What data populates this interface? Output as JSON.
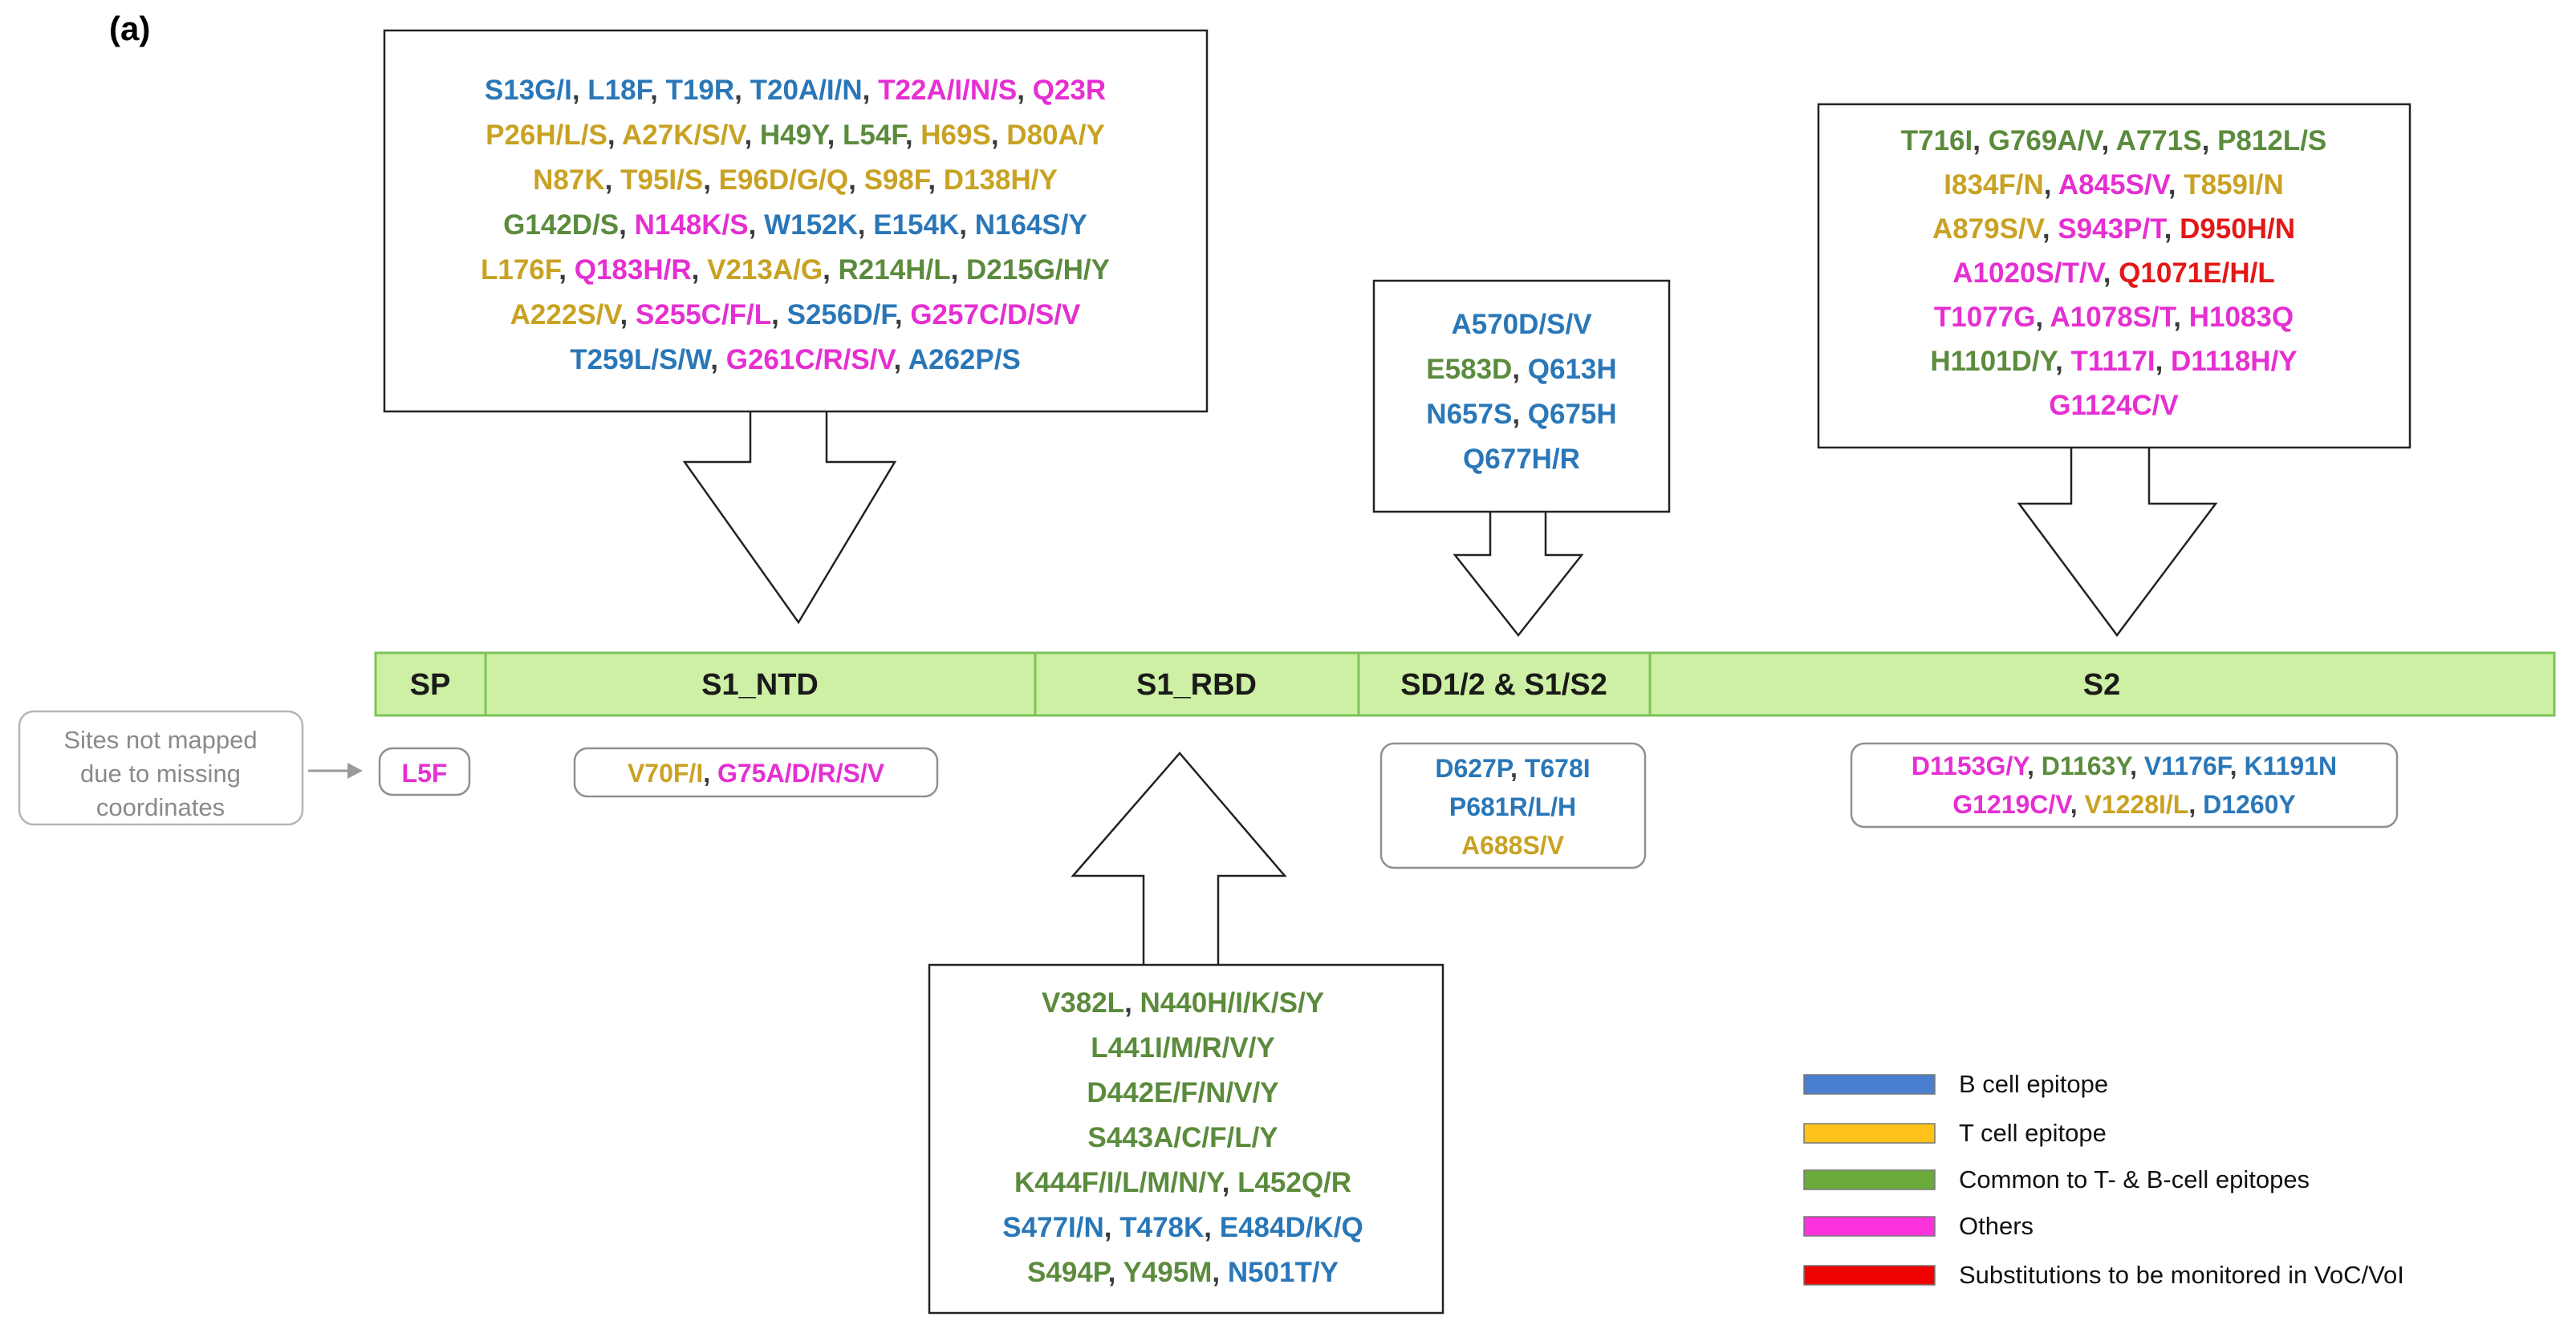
{
  "panel_label": "(a)",
  "colors": {
    "B": "#2a77b8",
    "T": "#c9a224",
    "C": "#5b8b3c",
    "O": "#e52fd2",
    "R": "#e21818",
    "bar_fill": "#cdf0a4",
    "bar_stroke": "#7dc35a",
    "box_stroke": "#222222",
    "rounded_stroke": "#909090",
    "note_text": "#8a8a8a"
  },
  "domains": [
    {
      "label": "SP"
    },
    {
      "label": "S1_NTD"
    },
    {
      "label": "S1_RBD"
    },
    {
      "label": "SD1/2 & S1/S2"
    },
    {
      "label": "S2"
    }
  ],
  "note": {
    "lines": [
      "Sites not mapped",
      "due to missing",
      "coordinates"
    ]
  },
  "callouts": {
    "ntd": {
      "lines": [
        [
          [
            "S13G/I",
            "B"
          ],
          [
            "L18F",
            "B"
          ],
          [
            "T19R",
            "B"
          ],
          [
            "T20A/I/N",
            "B"
          ],
          [
            "T22A/I/N/S",
            "O"
          ],
          [
            "Q23R",
            "O"
          ]
        ],
        [
          [
            "P26H/L/S",
            "T"
          ],
          [
            "A27K/S/V",
            "T"
          ],
          [
            "H49Y",
            "C"
          ],
          [
            "L54F",
            "C"
          ],
          [
            "H69S",
            "T"
          ],
          [
            "D80A/Y",
            "T"
          ]
        ],
        [
          [
            "N87K",
            "T"
          ],
          [
            "T95I/S",
            "T"
          ],
          [
            "E96D/G/Q",
            "T"
          ],
          [
            "S98F",
            "T"
          ],
          [
            "D138H/Y",
            "T"
          ]
        ],
        [
          [
            "G142D/S",
            "C"
          ],
          [
            "N148K/S",
            "O"
          ],
          [
            "W152K",
            "B"
          ],
          [
            "E154K",
            "B"
          ],
          [
            "N164S/Y",
            "B"
          ]
        ],
        [
          [
            "L176F",
            "T"
          ],
          [
            "Q183H/R",
            "O"
          ],
          [
            "V213A/G",
            "T"
          ],
          [
            "R214H/L",
            "C"
          ],
          [
            "D215G/H/Y",
            "C"
          ]
        ],
        [
          [
            "A222S/V",
            "T"
          ],
          [
            "S255C/F/L",
            "O"
          ],
          [
            "S256D/F",
            "B"
          ],
          [
            "G257C/D/S/V",
            "O"
          ]
        ],
        [
          [
            "T259L/S/W",
            "B"
          ],
          [
            "G261C/R/S/V",
            "O"
          ],
          [
            "A262P/S",
            "B"
          ]
        ]
      ]
    },
    "sd": {
      "lines": [
        [
          [
            "A570D/S/V",
            "B"
          ]
        ],
        [
          [
            "E583D",
            "C"
          ],
          [
            "Q613H",
            "B"
          ]
        ],
        [
          [
            "N657S",
            "B"
          ],
          [
            "Q675H",
            "B"
          ]
        ],
        [
          [
            "Q677H/R",
            "B"
          ]
        ]
      ]
    },
    "s2": {
      "lines": [
        [
          [
            "T716I",
            "C"
          ],
          [
            "G769A/V",
            "C"
          ],
          [
            "A771S",
            "C"
          ],
          [
            "P812L/S",
            "C"
          ]
        ],
        [
          [
            "I834F/N",
            "T"
          ],
          [
            "A845S/V",
            "O"
          ],
          [
            "T859I/N",
            "T"
          ]
        ],
        [
          [
            "A879S/V",
            "T"
          ],
          [
            "S943P/T",
            "O"
          ],
          [
            "D950H/N",
            "R"
          ]
        ],
        [
          [
            "A1020S/T/V",
            "O"
          ],
          [
            "Q1071E/H/L",
            "R"
          ]
        ],
        [
          [
            "T1077G",
            "O"
          ],
          [
            "A1078S/T",
            "O"
          ],
          [
            "H1083Q",
            "O"
          ]
        ],
        [
          [
            "H1101D/Y",
            "C"
          ],
          [
            "T1117I",
            "O"
          ],
          [
            "D1118H/Y",
            "O"
          ]
        ],
        [
          [
            "G1124C/V",
            "O"
          ]
        ]
      ]
    },
    "rbd": {
      "lines": [
        [
          [
            "V382L",
            "C"
          ],
          [
            "N440H/I/K/S/Y",
            "C"
          ]
        ],
        [
          [
            "L441I/M/R/V/Y",
            "C"
          ]
        ],
        [
          [
            "D442E/F/N/V/Y",
            "C"
          ]
        ],
        [
          [
            "S443A/C/F/L/Y",
            "C"
          ]
        ],
        [
          [
            "K444F/I/L/M/N/Y",
            "C"
          ],
          [
            "L452Q/R",
            "C"
          ]
        ],
        [
          [
            "S477I/N",
            "B"
          ],
          [
            "T478K",
            "B"
          ],
          [
            "E484D/K/Q",
            "B"
          ]
        ],
        [
          [
            "S494P",
            "C"
          ],
          [
            "Y495M",
            "C"
          ],
          [
            "N501T/Y",
            "B"
          ]
        ]
      ]
    }
  },
  "unmapped": {
    "sp": {
      "lines": [
        [
          [
            "L5F",
            "O"
          ]
        ]
      ]
    },
    "ntd": {
      "lines": [
        [
          [
            "V70F/I",
            "T"
          ],
          [
            "G75A/D/R/S/V",
            "O"
          ]
        ]
      ]
    },
    "sd": {
      "lines": [
        [
          [
            "D627P",
            "B"
          ],
          [
            "T678I",
            "B"
          ]
        ],
        [
          [
            "P681R/L/H",
            "B"
          ]
        ],
        [
          [
            "A688S/V",
            "T"
          ]
        ]
      ]
    },
    "s2": {
      "lines": [
        [
          [
            "D1153G/Y",
            "O"
          ],
          [
            "D1163Y",
            "C"
          ],
          [
            "V1176F",
            "B"
          ],
          [
            "K1191N",
            "B"
          ]
        ],
        [
          [
            "G1219C/V",
            "O"
          ],
          [
            "V1228I/L",
            "T"
          ],
          [
            "D1260Y",
            "B"
          ]
        ]
      ]
    }
  },
  "legend": [
    {
      "label": "B cell epitope",
      "color": "#4a7fd0"
    },
    {
      "label": "T cell epitope",
      "color": "#ffc21a"
    },
    {
      "label": "Common to T- & B-cell epitopes",
      "color": "#6aab3c"
    },
    {
      "label": "Others",
      "color": "#ff33dd"
    },
    {
      "label": "Substitutions to be monitored in VoC/VoI",
      "color": "#f00000"
    }
  ]
}
